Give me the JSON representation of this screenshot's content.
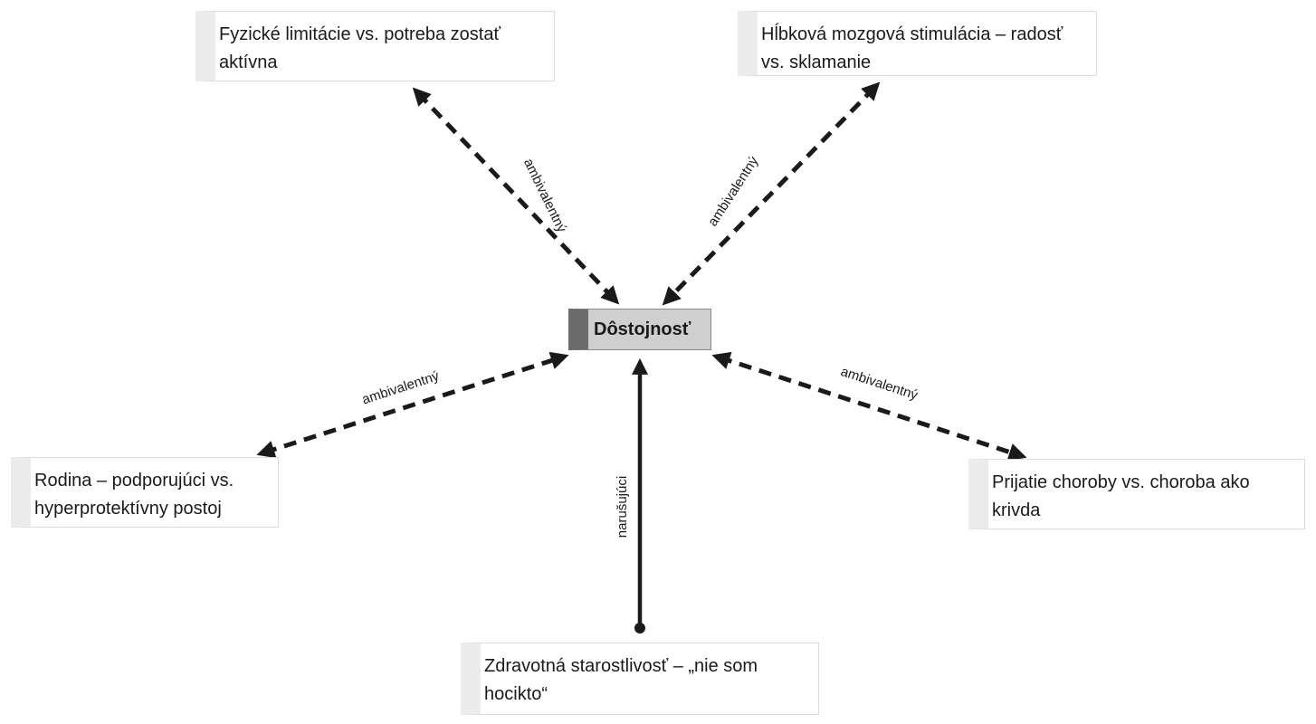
{
  "diagram": {
    "center": {
      "label": "Dôstojnosť",
      "color": "#cfcfcf",
      "accent": "#6b6b6b"
    },
    "nodes": {
      "top_left": {
        "label": "Fyzické limitácie vs. potreba zostať aktívna"
      },
      "top_right": {
        "label": "Hĺbková mozgová stimulácia – radosť vs. sklamanie"
      },
      "left": {
        "label": "Rodina – podporujúci vs. hyperprotektívny postoj"
      },
      "right": {
        "label": "Prijatie choroby vs. choroba ako krivda"
      },
      "bottom": {
        "label": "Zdravotná starostlivosť – „nie som hocikto“"
      }
    },
    "edges": {
      "top_left": {
        "label": "ambivalentný",
        "style": "dashed",
        "direction": "both"
      },
      "top_right": {
        "label": "ambivalentný",
        "style": "dashed",
        "direction": "both"
      },
      "left": {
        "label": "ambivalentný",
        "style": "dashed",
        "direction": "both"
      },
      "right": {
        "label": "ambivalentný",
        "style": "dashed",
        "direction": "both"
      },
      "bottom": {
        "label": "narušujúci",
        "style": "solid",
        "direction": "to-center"
      }
    },
    "line_color": "#1a1a1a"
  }
}
